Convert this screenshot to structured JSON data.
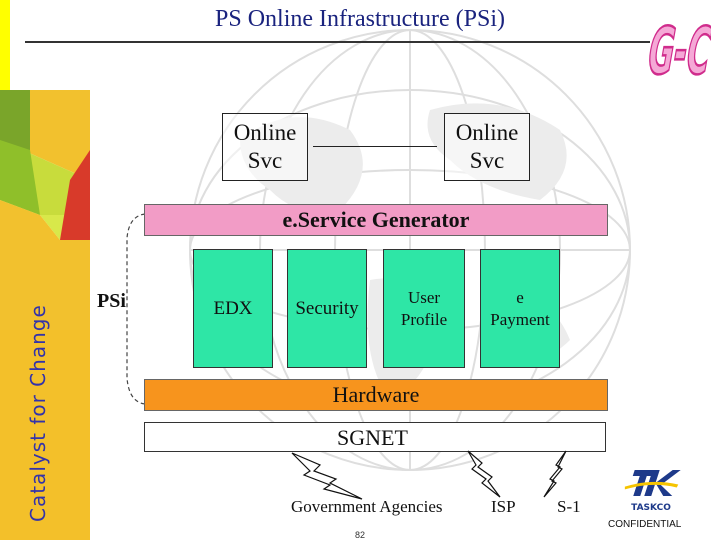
{
  "title": "PS Online Infrastructure (PSi)",
  "side_text": "Catalyst for Change",
  "logo_text": "G-C",
  "online_svc_left": "Online\nSvc",
  "online_svc_right": "Online\nSvc",
  "eservice_generator": "e.Service Generator",
  "psi_label": "PSi",
  "modules": {
    "edx": "EDX",
    "security": "Security",
    "user_profile": "User\nProfile",
    "e_payment": "e\nPayment"
  },
  "hardware": "Hardware",
  "sgnet": "SGNET",
  "endpoints": {
    "government": "Government Agencies",
    "isp": "ISP",
    "s1": "S-1"
  },
  "company_logo_text": "TASKCO",
  "confidential": "CONFIDENTIAL",
  "page_number": "82",
  "colors": {
    "title": "#1a237e",
    "eservice": "#f29cc6",
    "module": "#2ee6a6",
    "hardware": "#f7941d",
    "side_text": "#3333aa"
  }
}
